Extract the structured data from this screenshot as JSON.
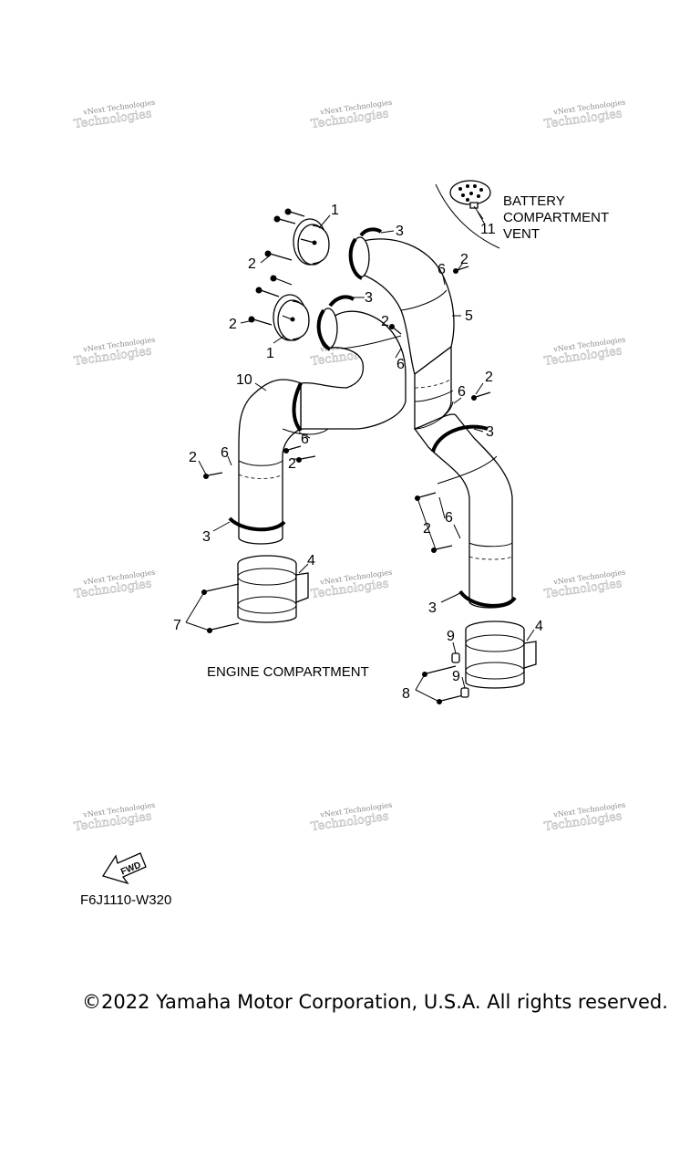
{
  "watermark": {
    "line1": "vNext Technologies",
    "line2": "Technologies"
  },
  "labels": {
    "battery_vent_1": "BATTERY",
    "battery_vent_2": "COMPARTMENT",
    "battery_vent_3": "VENT",
    "engine_compartment": "ENGINE COMPARTMENT",
    "fwd": "FWD",
    "figure_code": "F6J1110-W320"
  },
  "callouts": {
    "c1a": "1",
    "c1b": "1",
    "c2a": "2",
    "c2b": "2",
    "c2c": "2",
    "c2d": "2",
    "c2e": "2",
    "c2f": "2",
    "c2g": "2",
    "c2h": "2",
    "c3a": "3",
    "c3b": "3",
    "c3c": "3",
    "c3d": "3",
    "c3e": "3",
    "c4a": "4",
    "c4b": "4",
    "c5": "5",
    "c6a": "6",
    "c6b": "6",
    "c6c": "6",
    "c6d": "6",
    "c6e": "6",
    "c6f": "6",
    "c7": "7",
    "c8": "8",
    "c9a": "9",
    "c9b": "9",
    "c10": "10",
    "c11": "11"
  },
  "copyright": "©2022 Yamaha Motor Corporation, U.S.A. All rights reserved."
}
